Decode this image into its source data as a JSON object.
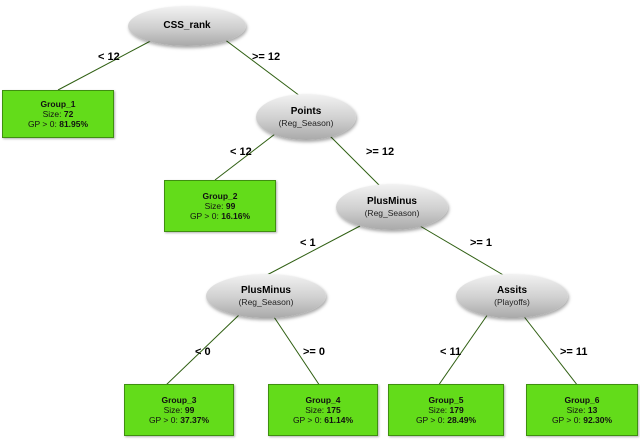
{
  "nodes": {
    "root": {
      "title": "CSS_rank"
    },
    "points": {
      "title": "Points",
      "subtitle": "(Reg_Season)"
    },
    "plusminus_top": {
      "title": "PlusMinus",
      "subtitle": "(Reg_Season)"
    },
    "plusminus_left": {
      "title": "PlusMinus",
      "subtitle": "(Reg_Season)"
    },
    "assits": {
      "title": "Assits",
      "subtitle": "(Playoffs)"
    }
  },
  "leaves": {
    "group1": {
      "name": "Group_1",
      "size_label": "Size:",
      "size": "72",
      "gp_label": "GP > 0:",
      "gp": "81.95%"
    },
    "group2": {
      "name": "Group_2",
      "size_label": "Size:",
      "size": "99",
      "gp_label": "GP > 0:",
      "gp": "16.16%"
    },
    "group3": {
      "name": "Group_3",
      "size_label": "Size:",
      "size": "99",
      "gp_label": "GP > 0:",
      "gp": "37.37%"
    },
    "group4": {
      "name": "Group_4",
      "size_label": "Size:",
      "size": "175",
      "gp_label": "GP > 0:",
      "gp": "61.14%"
    },
    "group5": {
      "name": "Group_5",
      "size_label": "Size:",
      "size": "179",
      "gp_label": "GP > 0:",
      "gp": "28.49%"
    },
    "group6": {
      "name": "Group_6",
      "size_label": "Size:",
      "size": "13",
      "gp_label": "GP > 0:",
      "gp": "92.30%"
    }
  },
  "edges": {
    "root_left": "< 12",
    "root_right": ">= 12",
    "points_left": "< 12",
    "points_right": ">= 12",
    "pmtop_left": "< 1",
    "pmtop_right": ">= 1",
    "pmleft_left": "< 0",
    "pmleft_right": ">= 0",
    "assits_left": "< 11",
    "assits_right": ">= 11"
  },
  "colors": {
    "leaf_fill": "#63dc1a",
    "edge_line": "#2f5f12",
    "node_fill": "#cfcfcf"
  }
}
